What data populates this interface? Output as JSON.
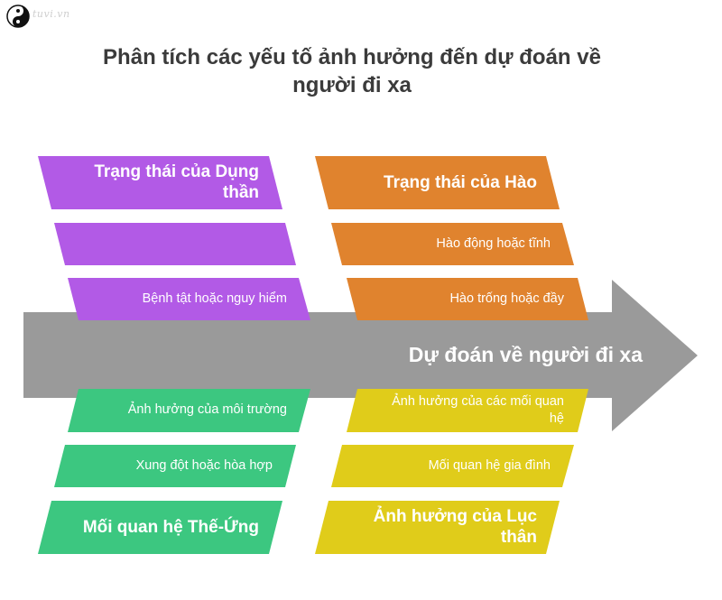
{
  "logo": {
    "text": "tuvi.vn",
    "icon": "yin-yang-icon"
  },
  "title": "Phân tích các yếu tố ảnh hưởng đến dự đoán về người đi xa",
  "spine": {
    "label": "Dự đoán về người đi xa",
    "color": "#9a9a9a"
  },
  "colors": {
    "purple": "#b25ae6",
    "orange": "#e0832e",
    "green": "#3cc780",
    "yellow": "#e0cc1a"
  },
  "branches": {
    "top_left": {
      "heading": "Trạng thái của Dụng thần",
      "items": [
        "",
        "Bệnh tật hoặc nguy hiểm"
      ]
    },
    "top_right": {
      "heading": "Trạng thái của Hào",
      "items": [
        "Hào động hoặc tĩnh",
        "Hào trống hoặc đầy"
      ]
    },
    "bottom_left": {
      "heading": "Mối quan hệ Thế-Ứng",
      "items": [
        "Ảnh hưởng của môi trường",
        "Xung đột hoặc hòa hợp"
      ]
    },
    "bottom_right": {
      "heading": "Ảnh hưởng của Lục thân",
      "items": [
        "Ảnh hưởng của các mối quan hệ",
        "Mối quan hệ gia đình"
      ]
    }
  }
}
